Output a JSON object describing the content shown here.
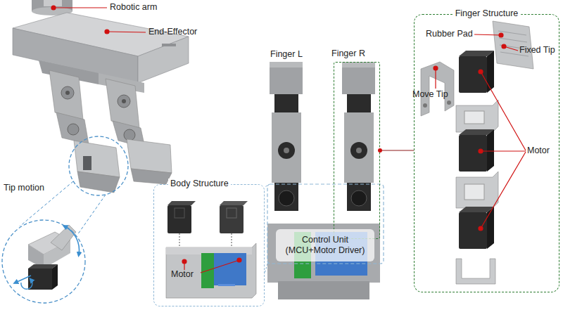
{
  "diagram": {
    "nodes": [
      {
        "text": [
          "Tip motion"
        ]
      },
      {
        "text": [
          "Body Structure"
        ]
      },
      {
        "text": [
          "Finger R"
        ]
      },
      {
        "text": [
          "Control Unit (MCU+Motor Driver)"
        ]
      },
      {
        "text": [
          "Finger Structure"
        ]
      }
    ],
    "edges": [
      {
        "from": 2,
        "to": 4,
        "arrow": "none"
      }
    ],
    "labels": [
      "Robotic arm",
      "End-Effector",
      "Motor",
      "Finger L",
      "Rubber Pad",
      "Fixed Tip",
      "Move Tip",
      "Motor"
    ]
  }
}
